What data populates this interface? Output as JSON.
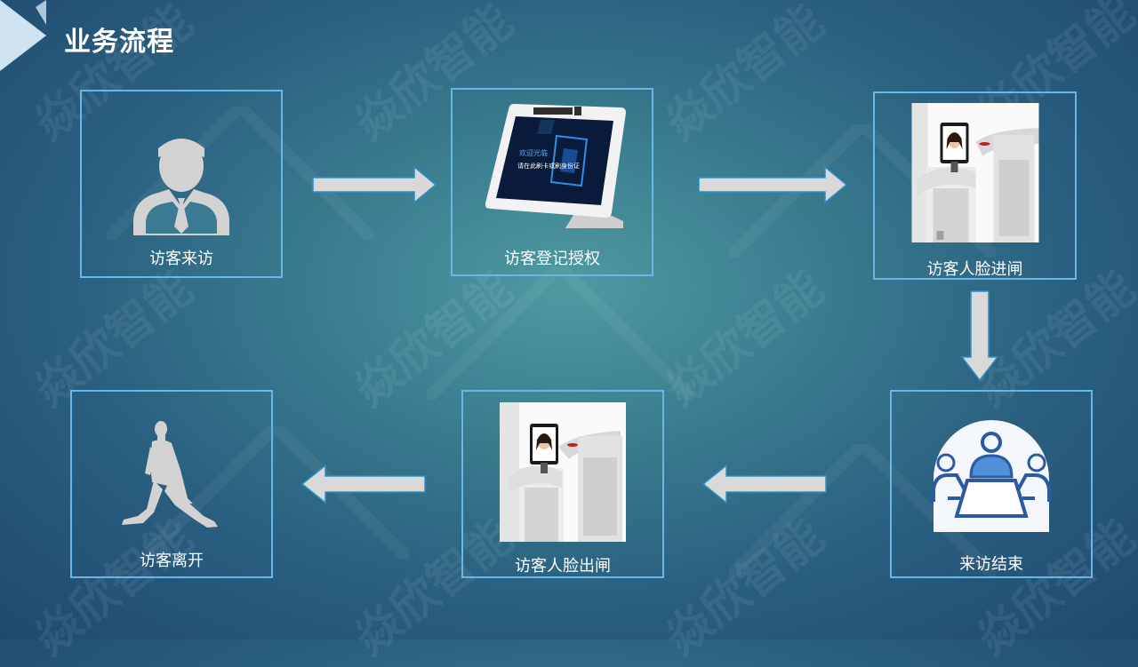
{
  "page": {
    "title": "业务流程",
    "watermark": "焱欣智能"
  },
  "steps": [
    {
      "id": "visitor-arrive",
      "label": "访客来访",
      "icon": "businessman-icon"
    },
    {
      "id": "visitor-register",
      "label": "访客登记授权",
      "icon": "registration-terminal-image",
      "screen_text": [
        "欢迎光临",
        "请在此刷卡或刷身份证"
      ]
    },
    {
      "id": "face-entry",
      "label": "访客人脸进闸",
      "icon": "face-gate-entry-image"
    },
    {
      "id": "visit-end",
      "label": "来访结束",
      "icon": "meeting-icon"
    },
    {
      "id": "face-exit",
      "label": "访客人脸出闸",
      "icon": "face-gate-exit-image"
    },
    {
      "id": "visitor-leave",
      "label": "访客离开",
      "icon": "walking-person-icon"
    }
  ],
  "colors": {
    "box_border": "#67b7e8",
    "arrow_fill": "#d9d9d9",
    "arrow_edge": "#2f8fc8",
    "icon_fill": "#d2d2d2",
    "meeting_blue": "#2c5aa0"
  }
}
